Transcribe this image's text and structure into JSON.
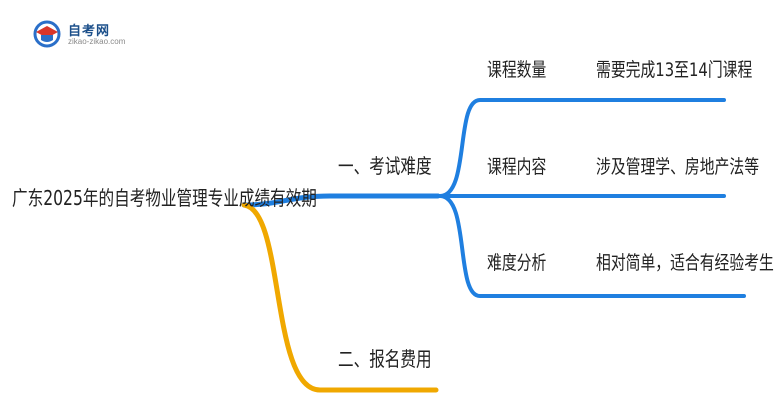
{
  "logo": {
    "name": "自考网",
    "url": "zikao-zikao.com"
  },
  "root": {
    "label": "广东2025年的自考物业管理专业成绩有效期"
  },
  "branches": [
    {
      "label": "一、考试难度",
      "color": "#1f7fe0",
      "children": [
        {
          "key": "课程数量",
          "value": "需要完成13至14门课程"
        },
        {
          "key": "课程内容",
          "value": "涉及管理学、房地产法等"
        },
        {
          "key": "难度分析",
          "value": "相对简单，适合有经验考生"
        }
      ]
    },
    {
      "label": "二、报名费用",
      "color": "#f0a800",
      "children": []
    }
  ]
}
